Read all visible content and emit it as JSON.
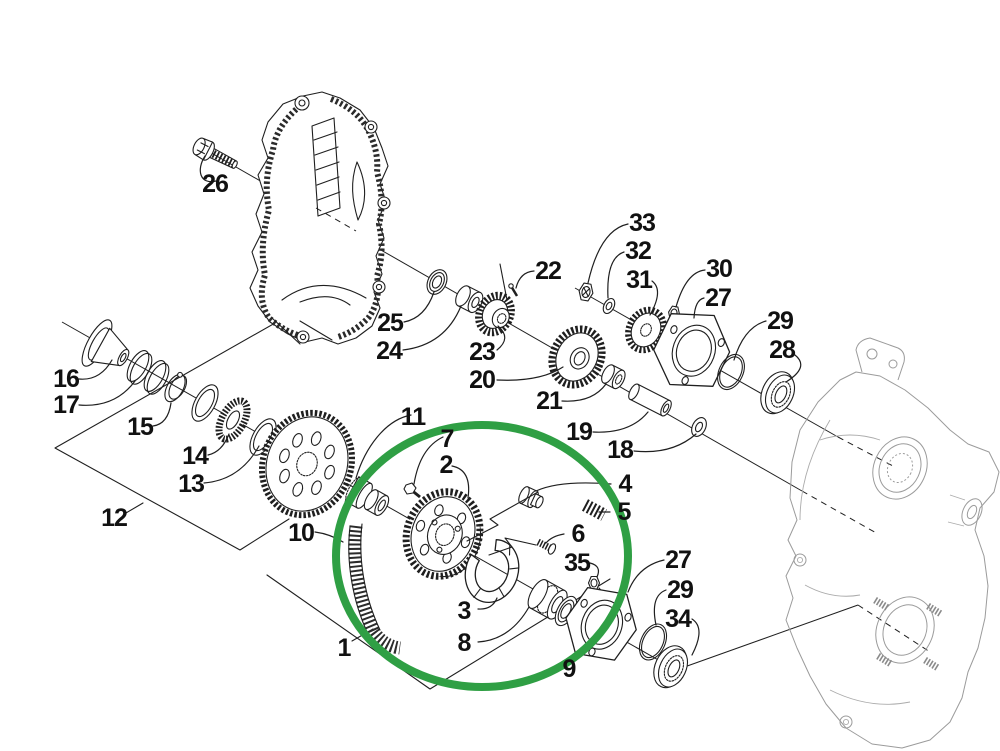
{
  "figure": {
    "kind": "exploded-parts-diagram",
    "subject": "chaincase drive train assembly",
    "background": "#ffffff",
    "line_color": "#1f1f1f",
    "housing_line_color": "#9b9b9b",
    "highlight_color": "#2f9f44"
  },
  "part_labels": [
    "1",
    "2",
    "3",
    "4",
    "5",
    "6",
    "7",
    "8",
    "9",
    "10",
    "11",
    "12",
    "13",
    "14",
    "15",
    "16",
    "17",
    "18",
    "19",
    "20",
    "21",
    "22",
    "23",
    "24",
    "25",
    "26",
    "27",
    "28",
    "29",
    "30",
    "31",
    "32",
    "33",
    "27",
    "29",
    "34",
    "35"
  ]
}
